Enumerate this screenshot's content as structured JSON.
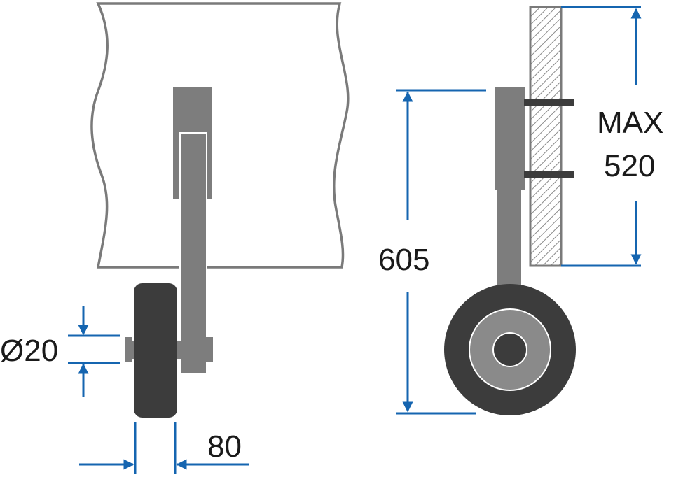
{
  "colors": {
    "outline": "#7a7a7a",
    "bracket": "#7d7d7d",
    "tire": "#3c3c3c",
    "hub": "#8a8a8a",
    "dimension": "#1565b0",
    "hatch": "#8a8a8a",
    "text": "#1a1a1a"
  },
  "front_view": {
    "axle_diameter_label": "Ø20",
    "wheel_width_label": "80"
  },
  "side_view": {
    "total_height_label": "605",
    "transom_max_label_line1": "MAX",
    "transom_max_label_line2": "520"
  }
}
